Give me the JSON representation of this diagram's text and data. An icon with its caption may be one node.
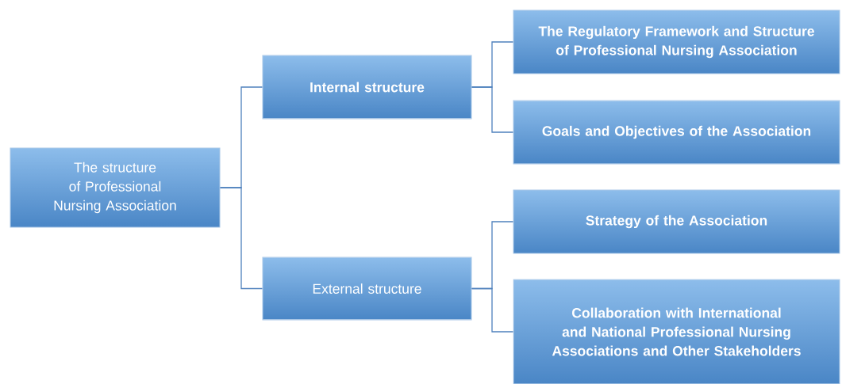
{
  "diagram": {
    "nodes": [
      {
        "text": [
          "The structure of Professional Nursing Association"
        ]
      },
      {
        "text": [
          "Internal structure"
        ]
      },
      {
        "text": [
          "External structure"
        ]
      },
      {
        "text": [
          "The Regulatory Framework and Structure of Professional  Nursing Association"
        ]
      },
      {
        "text": [
          "Goals and Objectives of the Association"
        ]
      },
      {
        "text": [
          "Strategy of the Association"
        ]
      },
      {
        "text": [
          "Collaboration with International and National Professional Nursing Associations and Other Stakeholders"
        ]
      }
    ],
    "edges": [
      {
        "from": 0,
        "to": 1,
        "arrow": "none"
      },
      {
        "from": 0,
        "to": 2,
        "arrow": "none"
      },
      {
        "from": 1,
        "to": 3,
        "arrow": "none"
      },
      {
        "from": 1,
        "to": 4,
        "arrow": "none"
      },
      {
        "from": 2,
        "to": 5,
        "arrow": "none"
      },
      {
        "from": 2,
        "to": 6,
        "arrow": "none"
      }
    ]
  }
}
